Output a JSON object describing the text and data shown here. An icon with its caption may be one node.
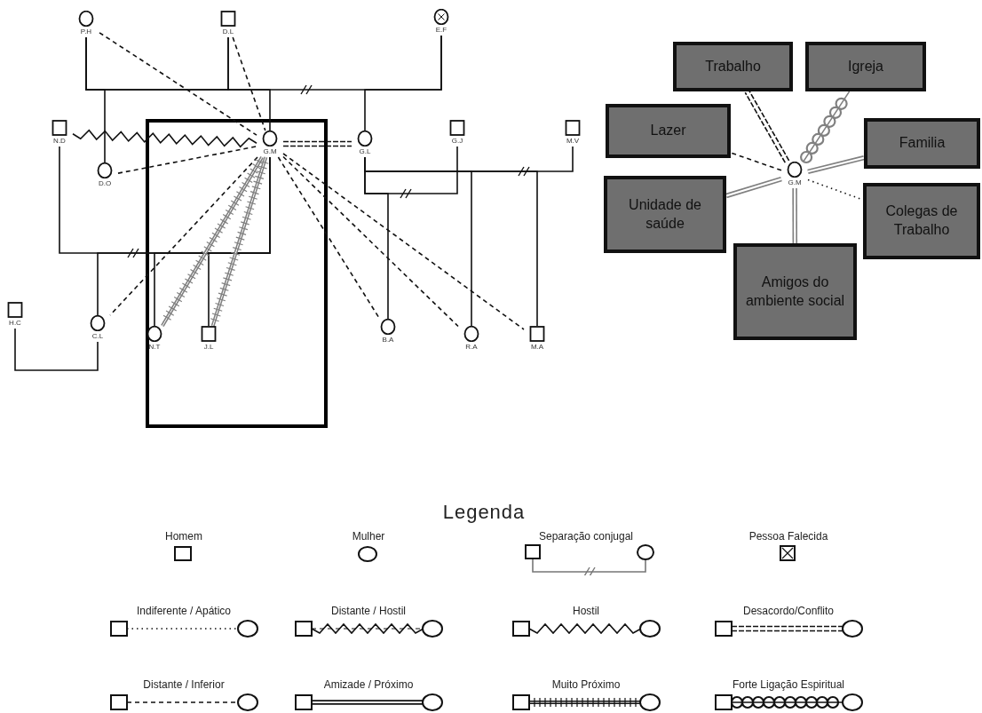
{
  "diagram": {
    "nodes": [
      {
        "text": [
          "P.H"
        ]
      },
      {
        "text": [
          "D.L"
        ]
      },
      {
        "text": [
          "E.F"
        ]
      },
      {
        "text": [
          "N.D"
        ]
      },
      {
        "text": [
          "G.M"
        ]
      },
      {
        "text": [
          "G.L"
        ]
      },
      {
        "text": [
          "G.J"
        ]
      },
      {
        "text": [
          "M.V"
        ]
      },
      {
        "text": [
          "D.O"
        ]
      },
      {
        "text": [
          "H.C"
        ]
      },
      {
        "text": [
          "C.L"
        ]
      },
      {
        "text": [
          "N.T"
        ]
      },
      {
        "text": [
          "J.L"
        ]
      },
      {
        "text": [
          "B.A"
        ]
      },
      {
        "text": [
          "R.A"
        ]
      },
      {
        "text": [
          "M.A"
        ]
      },
      {
        "text": [
          "Trabalho"
        ]
      },
      {
        "text": [
          "Igreja"
        ]
      },
      {
        "text": [
          "Lazer"
        ]
      },
      {
        "text": [
          "Familia"
        ]
      },
      {
        "text": [
          "G.M"
        ]
      },
      {
        "text": [
          "Unidade de saúde"
        ]
      },
      {
        "text": [
          "Colegas de Trabalho"
        ]
      },
      {
        "text": [
          "Amigos do ambiente social"
        ]
      }
    ],
    "edges": [
      {
        "from": 0,
        "to": 1,
        "arrow": "none"
      },
      {
        "from": 1,
        "to": 2,
        "arrow": "none"
      },
      {
        "from": 0,
        "to": 8,
        "arrow": "none"
      },
      {
        "from": 0,
        "to": 4,
        "arrow": "none"
      },
      {
        "from": 2,
        "to": 5,
        "arrow": "none"
      },
      {
        "from": 3,
        "to": 4,
        "arrow": "none"
      },
      {
        "from": 4,
        "to": 10,
        "arrow": "none"
      },
      {
        "from": 4,
        "to": 11,
        "arrow": "none"
      },
      {
        "from": 4,
        "to": 12,
        "arrow": "none"
      },
      {
        "from": 9,
        "to": 10,
        "arrow": "none"
      },
      {
        "from": 5,
        "to": 6,
        "arrow": "none"
      },
      {
        "from": 5,
        "to": 7,
        "arrow": "none"
      },
      {
        "from": 5,
        "to": 13,
        "arrow": "none"
      },
      {
        "from": 5,
        "to": 14,
        "arrow": "none"
      },
      {
        "from": 5,
        "to": 15,
        "arrow": "none"
      },
      {
        "from": 0,
        "to": 4,
        "arrow": "none",
        "style": "dashed"
      },
      {
        "from": 1,
        "to": 4,
        "arrow": "none",
        "style": "dashed"
      },
      {
        "from": 3,
        "to": 4,
        "arrow": "none"
      },
      {
        "from": 8,
        "to": 4,
        "arrow": "none",
        "style": "dashed"
      },
      {
        "from": 4,
        "to": 5,
        "arrow": "none",
        "style": "dashed"
      },
      {
        "from": 4,
        "to": 10,
        "arrow": "none",
        "style": "dashed"
      },
      {
        "from": 4,
        "to": 11,
        "arrow": "none",
        "color": "#808080"
      },
      {
        "from": 4,
        "to": 12,
        "arrow": "none",
        "color": "#808080"
      },
      {
        "from": 4,
        "to": 13,
        "arrow": "none",
        "style": "dashed"
      },
      {
        "from": 4,
        "to": 14,
        "arrow": "none",
        "style": "dashed"
      },
      {
        "from": 4,
        "to": 15,
        "arrow": "none",
        "style": "dashed"
      },
      {
        "from": 20,
        "to": 16,
        "arrow": "none",
        "style": "dashed"
      },
      {
        "from": 20,
        "to": 17,
        "arrow": "none",
        "color": "#808080"
      },
      {
        "from": 20,
        "to": 18,
        "arrow": "none",
        "style": "dashed"
      },
      {
        "from": 20,
        "to": 19,
        "arrow": "none",
        "style": "thick",
        "color": "#808080"
      },
      {
        "from": 20,
        "to": 21,
        "arrow": "none",
        "style": "thick",
        "color": "#808080"
      },
      {
        "from": 20,
        "to": 22,
        "arrow": "none",
        "style": "dashed"
      },
      {
        "from": 20,
        "to": 23,
        "arrow": "none",
        "style": "thick",
        "color": "#808080"
      }
    ],
    "labels": [
      "Legenda"
    ],
    "legend": [
      {
        "text": "Homem"
      },
      {
        "text": "Mulher"
      },
      {
        "text": "Separação conjugal"
      },
      {
        "text": "Pessoa Falecida"
      },
      {
        "text": "Indiferente / Apático"
      },
      {
        "text": "Distante / Hostil"
      },
      {
        "text": "Hostil"
      },
      {
        "text": "Desacordo/Conflito"
      },
      {
        "text": "Distante / Inferior"
      },
      {
        "text": "Amizade / Próximo"
      },
      {
        "text": "Muito Próximo"
      },
      {
        "text": "Forte Ligação Espiritual"
      }
    ]
  }
}
